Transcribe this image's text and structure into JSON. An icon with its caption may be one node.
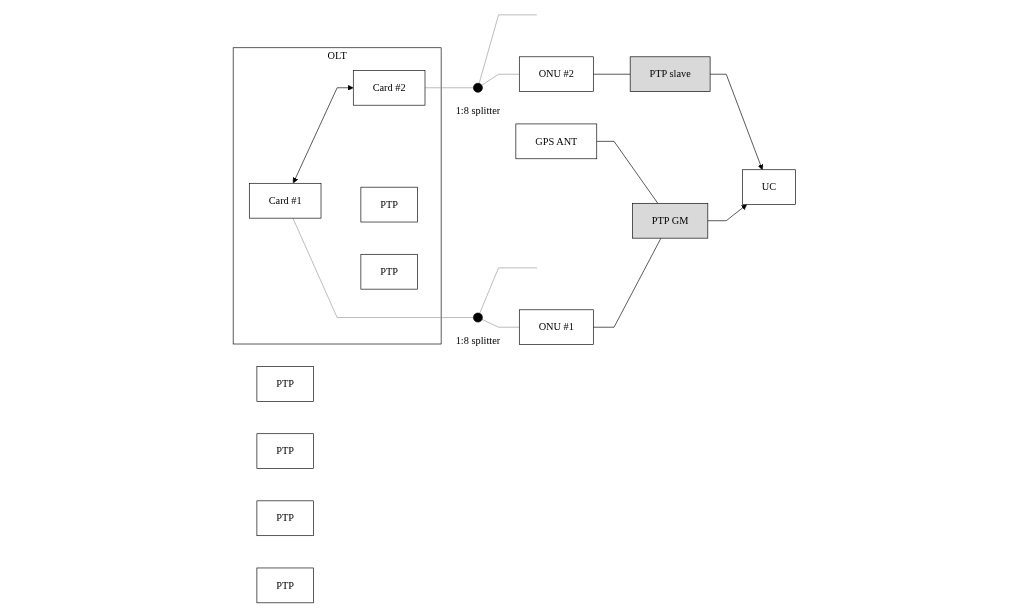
{
  "diagram": {
    "nodes": [
      {
        "text": [
          "OLT"
        ]
      },
      {
        "text": [
          "Card #1"
        ],
        "in": 0
      },
      {
        "text": [
          "Card #2"
        ],
        "in": 0
      },
      {
        "text": [],
        "shape": "circle",
        "beside": [
          "1:8 splitter"
        ]
      },
      {
        "text": [],
        "shape": "circle",
        "beside": [
          "1:8 splitter"
        ]
      },
      {
        "text": [
          "ONU #1"
        ]
      },
      {
        "text": [
          "ONU #2"
        ]
      },
      {
        "text": [
          "PTP GM"
        ]
      },
      {
        "text": [
          "PTP slave"
        ]
      },
      {
        "text": [
          "GPS ANT"
        ]
      },
      {
        "text": [
          "UC"
        ]
      },
      {
        "text": [
          "PTP"
        ],
        "in": 0
      },
      {
        "text": [
          "PTP"
        ],
        "in": 0
      },
      {
        "text": [
          "PTP"
        ]
      },
      {
        "text": [
          "PTP"
        ]
      },
      {
        "text": [
          "PTP"
        ]
      },
      {
        "text": [
          "PTP"
        ]
      }
    ],
    "edges": [
      {
        "from": 1,
        "to": 2,
        "arrow": "both"
      },
      {
        "from": 1,
        "to": 3,
        "arrow": "none",
        "color": "#999999"
      },
      {
        "from": 3,
        "to": null,
        "arrow": "none",
        "color": "#999999"
      },
      {
        "from": 3,
        "to": 5,
        "arrow": "none",
        "color": "#999999"
      },
      {
        "from": 2,
        "to": 4,
        "arrow": "none",
        "color": "#999999"
      },
      {
        "from": 4,
        "to": null,
        "arrow": "none",
        "color": "#999999"
      },
      {
        "from": 4,
        "to": 6,
        "arrow": "none",
        "color": "#999999"
      },
      {
        "from": 5,
        "to": 7,
        "arrow": "none"
      },
      {
        "from": 6,
        "to": 8,
        "arrow": "none"
      },
      {
        "from": 9,
        "to": 7,
        "arrow": "none"
      },
      {
        "from": 7,
        "to": 10,
        "arrow": "to"
      },
      {
        "from": 8,
        "to": 10,
        "arrow": "to"
      }
    ]
  }
}
